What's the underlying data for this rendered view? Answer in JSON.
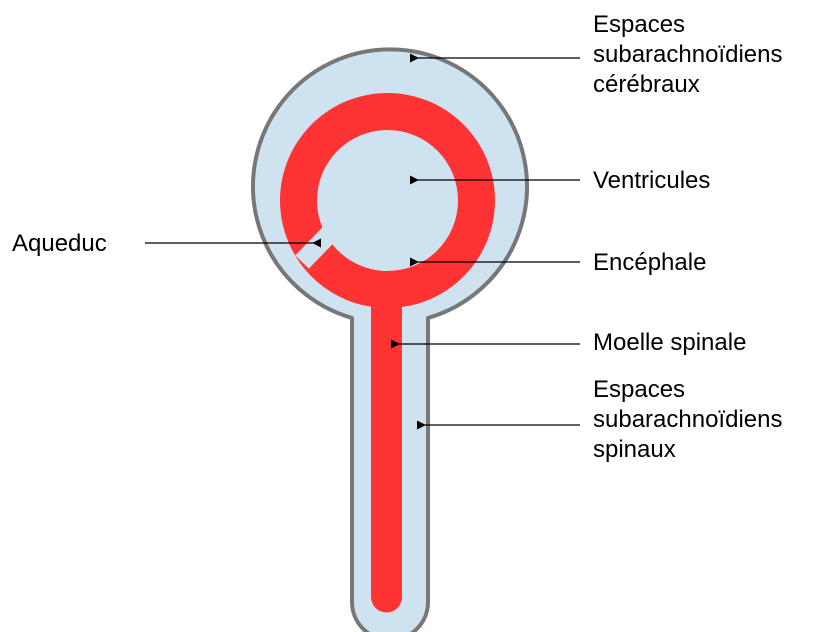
{
  "colors": {
    "csf": "#cfe2f0",
    "outline": "#777777",
    "tissue": "#ff3333",
    "text": "#000000",
    "leader": "#000000"
  },
  "labels": {
    "cerebral_spaces": [
      "Espaces",
      "subarachnoïdiens",
      "cérébraux"
    ],
    "ventricles": "Ventricules",
    "aqueduct": "Aqueduc",
    "brain": "Encéphale",
    "spinal_cord": "Moelle spinale",
    "spinal_spaces": [
      "Espaces",
      "subarachnoïdiens",
      "spinaux"
    ]
  }
}
